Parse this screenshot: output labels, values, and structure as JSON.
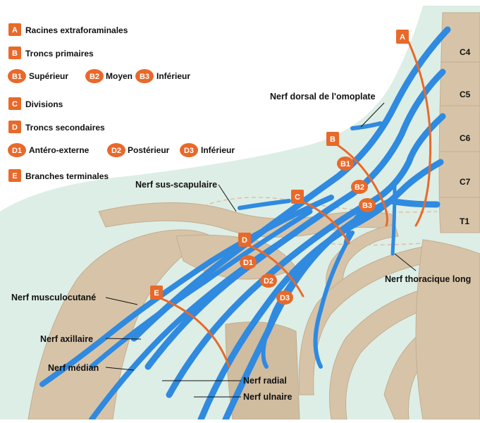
{
  "legend": {
    "a": {
      "letter": "A",
      "text": "Racines extraforaminales"
    },
    "b": {
      "letter": "B",
      "text": "Troncs primaires"
    },
    "b1": {
      "letter": "B1",
      "text": "Supérieur"
    },
    "b2": {
      "letter": "B2",
      "text": "Moyen"
    },
    "b3": {
      "letter": "B3",
      "text": "Inférieur"
    },
    "c": {
      "letter": "C",
      "text": "Divisions"
    },
    "d": {
      "letter": "D",
      "text": "Troncs secondaires"
    },
    "d1": {
      "letter": "D1",
      "text": "Antéro-externe"
    },
    "d2": {
      "letter": "D2",
      "text": "Postérieur"
    },
    "d3": {
      "letter": "D3",
      "text": "Inférieur"
    },
    "e": {
      "letter": "E",
      "text": "Branches terminales"
    }
  },
  "vertebrae": [
    "C4",
    "C5",
    "C6",
    "C7",
    "T1"
  ],
  "labels": {
    "dorsal_scapular": "Nerf dorsal de l'omoplate",
    "suprascapular": "Nerf sus-scapulaire",
    "long_thoracic": "Nerf thoracique long",
    "musculocutaneous": "Nerf musculocutané",
    "axillary": "Nerf axillaire",
    "median": "Nerf médian",
    "radial": "Nerf radial",
    "ulnar": "Nerf ulnaire"
  },
  "markers": {
    "a": "A",
    "b": "B",
    "b1": "B1",
    "b2": "B2",
    "b3": "B3",
    "c": "C",
    "d": "D",
    "d1": "D1",
    "d2": "D2",
    "d3": "D3",
    "e": "E"
  },
  "colors": {
    "nerve": "#2f8ae0",
    "accent": "#e8692a",
    "bone": "#d7c4a8",
    "skin": "#ddeee6"
  }
}
